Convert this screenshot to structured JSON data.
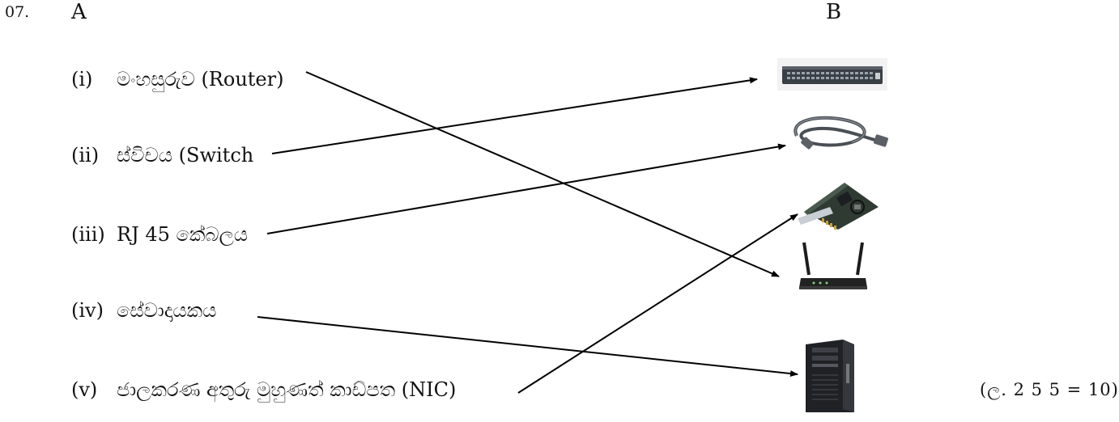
{
  "question": {
    "number": "07.",
    "column_a_heading": "A",
    "column_b_heading": "B",
    "marks": "(ල. 2  5  5  =  10)"
  },
  "items": [
    {
      "roman": "(i)",
      "text": "මංහසුරුව (Router)"
    },
    {
      "roman": "(ii)",
      "text": "ස්විචය (Switch"
    },
    {
      "roman": "(iii)",
      "text": "RJ 45 කේබලය"
    },
    {
      "roman": "(iv)",
      "text": "සේවාදායකය"
    },
    {
      "roman": "(v)",
      "text": "ජාලකරණ අතුරු මුහුණත් කාඩ්පත (NIC)"
    }
  ],
  "images": [
    {
      "icon": "network-switch-icon"
    },
    {
      "icon": "rj45-cable-icon"
    },
    {
      "icon": "network-interface-card-icon"
    },
    {
      "icon": "wireless-router-icon"
    },
    {
      "icon": "tower-server-icon"
    }
  ],
  "matches": [
    {
      "from": "(i)",
      "to_icon": "wireless-router-icon"
    },
    {
      "from": "(ii)",
      "to_icon": "network-switch-icon"
    },
    {
      "from": "(iii)",
      "to_icon": "rj45-cable-icon"
    },
    {
      "from": "(iv)",
      "to_icon": "tower-server-icon"
    },
    {
      "from": "(v)",
      "to_icon": "network-interface-card-icon"
    }
  ]
}
